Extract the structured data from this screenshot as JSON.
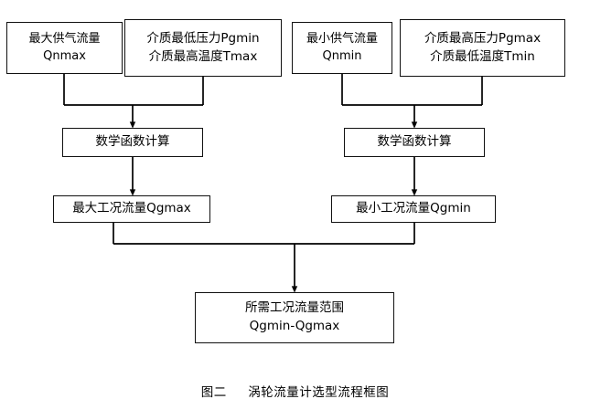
{
  "diagram": {
    "title": "涡轮流量计选型流程框图",
    "caption_label": "图二",
    "caption_text": "涡轮流量计选型流程框图",
    "type": "flowchart",
    "colors": {
      "background": "#ffffff",
      "box_border": "#111111",
      "box_fill": "#ffffff",
      "connector": "#000000",
      "text": "#000000"
    },
    "nodes": {
      "max_supply_flow": {
        "line1": "最大供气流量",
        "line2": "Qnmax"
      },
      "min_pressure_max_temp": {
        "line1": "介质最低压力Pgmin",
        "line2": "介质最高温度Tmax"
      },
      "min_supply_flow": {
        "line1": "最小供气流量",
        "line2": "Qnmin"
      },
      "max_pressure_min_temp": {
        "line1": "介质最高压力Pgmax",
        "line2": "介质最低温度Tmin"
      },
      "math_calc_left": {
        "line1": "数学函数计算"
      },
      "math_calc_right": {
        "line1": "数学函数计算"
      },
      "max_working_flow": {
        "line1": "最大工况流量Qgmax"
      },
      "min_working_flow": {
        "line1": "最小工况流量Qgmin"
      },
      "required_flow_range": {
        "line1": "所需工况流量范围",
        "line2": "Qgmin-Qgmax"
      }
    },
    "edges": [
      {
        "from": "max_supply_flow",
        "to": "math_calc_left",
        "style": "elbow-merge"
      },
      {
        "from": "min_pressure_max_temp",
        "to": "math_calc_left",
        "style": "elbow-merge"
      },
      {
        "from": "min_supply_flow",
        "to": "math_calc_right",
        "style": "elbow-merge"
      },
      {
        "from": "max_pressure_min_temp",
        "to": "math_calc_right",
        "style": "elbow-merge"
      },
      {
        "from": "math_calc_left",
        "to": "max_working_flow",
        "style": "straight-arrow"
      },
      {
        "from": "math_calc_right",
        "to": "min_working_flow",
        "style": "straight-arrow"
      },
      {
        "from": "max_working_flow",
        "to": "required_flow_range",
        "style": "elbow-merge"
      },
      {
        "from": "min_working_flow",
        "to": "required_flow_range",
        "style": "elbow-merge"
      }
    ]
  }
}
